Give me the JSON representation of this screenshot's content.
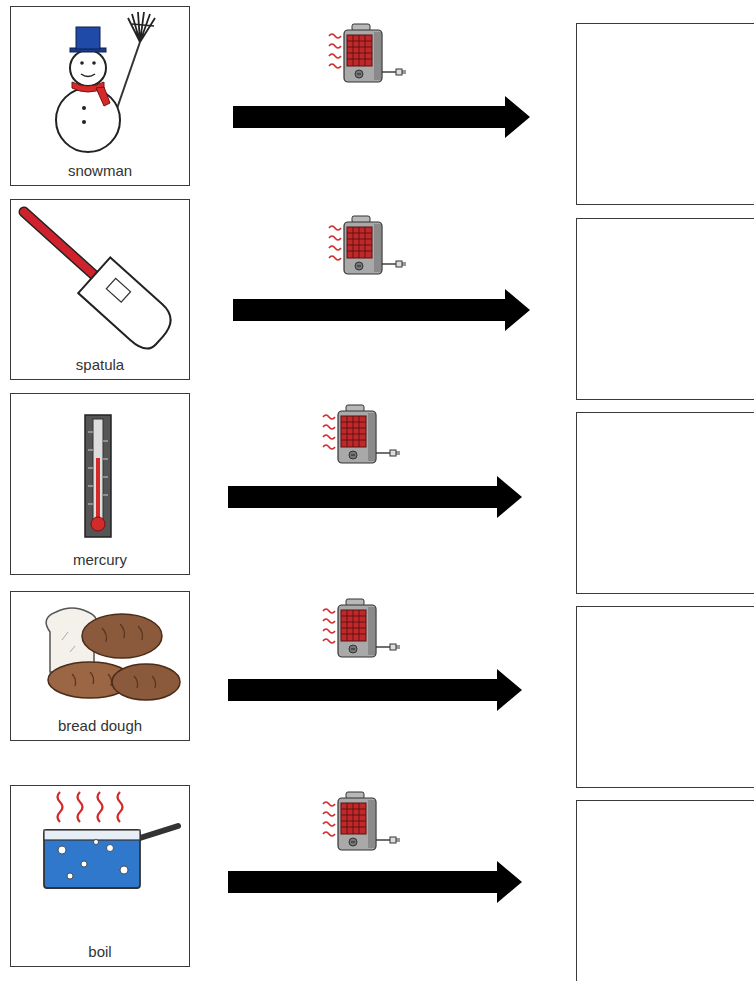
{
  "diagram": {
    "nodes": [
      {
        "text": [
          "snowman"
        ]
      },
      {
        "text": []
      },
      {
        "text": [
          "spatula"
        ]
      },
      {
        "text": []
      },
      {
        "text": [
          "mercury"
        ]
      },
      {
        "text": []
      },
      {
        "text": [
          "bread dough"
        ]
      },
      {
        "text": []
      },
      {
        "text": [
          "boil"
        ]
      },
      {
        "text": []
      }
    ],
    "edges": [
      {
        "from": 0,
        "to": 1,
        "arrow": "to"
      },
      {
        "from": 2,
        "to": 3,
        "arrow": "to"
      },
      {
        "from": 4,
        "to": 5,
        "arrow": "to"
      },
      {
        "from": 6,
        "to": 7,
        "arrow": "to"
      },
      {
        "from": 8,
        "to": 9,
        "arrow": "to"
      }
    ]
  }
}
